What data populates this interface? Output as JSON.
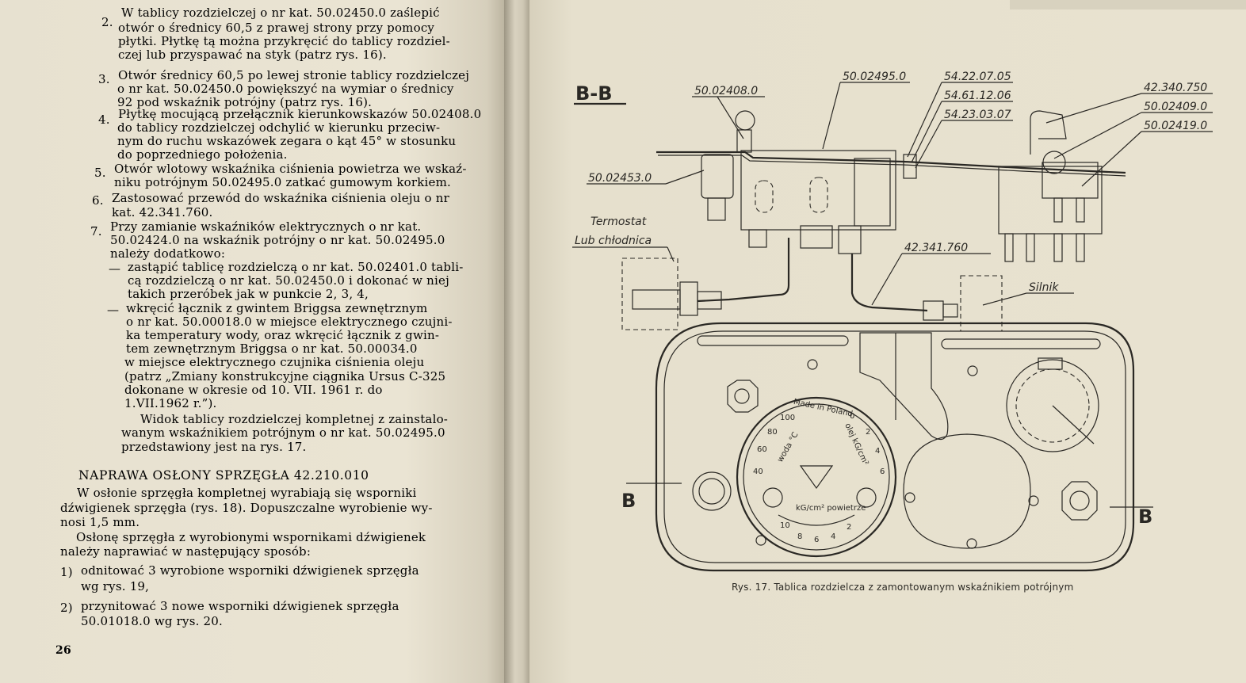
{
  "left_page": {
    "items": [
      {
        "num": "2.",
        "lines": [
          "W tablicy rozdzielczej o nr kat. 50.02450.0 zaślepić",
          "otwór o średnicy 60,5 z prawej strony przy pomocy",
          "płytki. Płytkę tą można przykręcić do tablicy rozdziel-",
          "czej lub przyspawać na styk (patrz rys. 16)."
        ]
      },
      {
        "num": "3.",
        "lines": [
          "Otwór średnicy 60,5 po lewej stronie tablicy rozdzielczej",
          "o nr kat. 50.02450.0 powiększyć na wymiar o średnicy",
          "92 pod wskaźnik potrójny (patrz rys. 16)."
        ]
      },
      {
        "num": "4.",
        "lines": [
          "Płytkę mocującą przełącznik kierunkowskazów 50.02408.0",
          "do tablicy rozdzielczej odchylić w kierunku przeciw-",
          "nym do ruchu wskazówek zegara o kąt 45° w stosunku",
          "do poprzedniego położenia."
        ]
      },
      {
        "num": "5.",
        "lines": [
          "Otwór wlotowy wskaźnika ciśnienia powietrza we wskaź-",
          "niku potrójnym 50.02495.0 zatkać gumowym korkiem."
        ]
      },
      {
        "num": "6.",
        "lines": [
          "Zastosować przewód do wskaźnika ciśnienia oleju o nr",
          "kat. 42.341.760."
        ]
      },
      {
        "num": "7.",
        "lines": [
          "Przy zamianie wskaźników elektrycznych o nr kat.",
          "50.02424.0 na wskaźnik potrójny o nr kat. 50.02495.0",
          "należy dodatkowo:"
        ]
      }
    ],
    "dash_items": [
      {
        "mark": "—",
        "lines": [
          "zastąpić tablicę rozdzielczą o nr kat. 50.02401.0 tabli-",
          "cą rozdzielczą o nr kat. 50.02450.0 i dokonać w niej",
          "takich przeróbek jak w punkcie 2, 3, 4,"
        ]
      },
      {
        "mark": "—",
        "lines": [
          "wkręcić łącznik z gwintem Briggsa zewnętrznym",
          "o nr kat. 50.00018.0 w miejsce elektrycznego czujni-",
          "ka temperatury wody, oraz wkręcić łącznik z gwin-",
          "tem zewnętrznym Briggsa o nr kat. 50.00034.0",
          "w miejsce elektrycznego czujnika ciśnienia oleju",
          "(patrz „Zmiany konstrukcyjne ciągnika Ursus C-325",
          "dokonane w okresie od 10. VII. 1961 r. do",
          "1.VII.1962 r.”)."
        ]
      }
    ],
    "closing_paragraph": [
      "Widok tablicy rozdzielczej kompletnej z zainstalo-",
      "wanym wskaźnikiem potrójnym o nr kat. 50.02495.0",
      "przedstawiony jest na rys. 17."
    ],
    "section_heading": "NAPRAWA OSŁONY SPRZĘGŁA 42.210.010",
    "section_paragraph_1": [
      "W osłonie sprzęgła kompletnej wyrabiają się wsporniki",
      "dźwigienek sprzęgła (rys. 18). Dopuszczalne wyrobienie wy-",
      "nosi 1,5 mm."
    ],
    "section_paragraph_2": [
      "Osłonę sprzęgła z wyrobionymi wspornikami dźwigienek",
      "należy naprawiać w następujący sposób:"
    ],
    "steps": [
      {
        "num": "1)",
        "lines": [
          "odnitować 3 wyrobione wsporniki dźwigienek sprzęgła",
          "wg rys. 19,"
        ]
      },
      {
        "num": "2)",
        "lines": [
          "przynitować 3 nowe wsporniki dźwigienek sprzęgła",
          "50.01018.0 wg rys. 20."
        ]
      }
    ],
    "page_number": "26"
  },
  "figure": {
    "section_label": "B-B",
    "section_marker_left": "B",
    "section_marker_right": "B",
    "part_labels": {
      "p50_02408": "50.02408.0",
      "p50_02495": "50.02495.0",
      "p54_22": "54.22.07.05",
      "p54_61": "54.61.12.06",
      "p54_23": "54.23.03.07",
      "p42_340": "42.340.750",
      "p50_02409": "50.02409.0",
      "p50_02419": "50.02419.0",
      "p50_02453": "50.02453.0",
      "p42_341": "42.341.760"
    },
    "termostat_line1": "Termostat",
    "termostat_line2": "Lub chłodnica",
    "silnik": "Silnik",
    "gauge": {
      "made_in": "Made in Poland",
      "water_scale": [
        "40",
        "60",
        "80",
        "100"
      ],
      "water_label": "woda °C",
      "oil_scale": [
        "0",
        "2",
        "4",
        "6"
      ],
      "oil_label": "olej kG/cm²",
      "air_scale": [
        "10",
        "8",
        "6",
        "4",
        "2"
      ],
      "air_label": "kG/cm² powietrze"
    },
    "caption": "Rys. 17. Tablica rozdzielcza z zamontowanym wskaźnikiem potrójnym"
  }
}
